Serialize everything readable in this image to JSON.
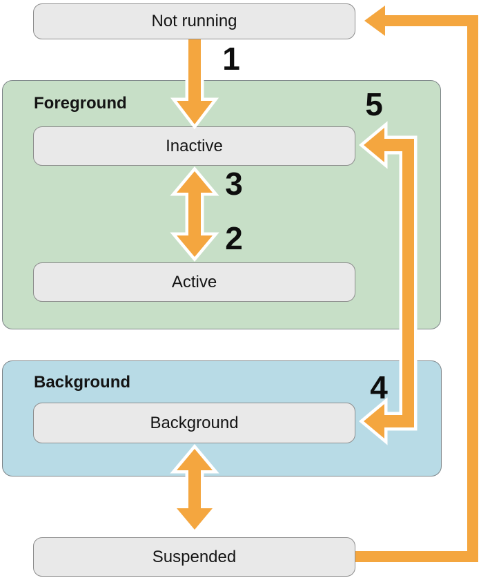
{
  "colors": {
    "orange": "#F4A63F",
    "green_fill": "#C7DFC7",
    "blue_fill": "#B8DBE6",
    "state_fill": "#E9E9E9",
    "state_border": "#8C8C8C",
    "group_border": "#7D8488",
    "text": "#141414"
  },
  "groups": {
    "foreground": {
      "label": "Foreground"
    },
    "background": {
      "label": "Background"
    }
  },
  "states": {
    "not_running": {
      "label": "Not running"
    },
    "inactive": {
      "label": "Inactive"
    },
    "active": {
      "label": "Active"
    },
    "background": {
      "label": "Background"
    },
    "suspended": {
      "label": "Suspended"
    }
  },
  "transitions": {
    "t1": "1",
    "t2": "2",
    "t3": "3",
    "t4": "4",
    "t5": "5"
  }
}
